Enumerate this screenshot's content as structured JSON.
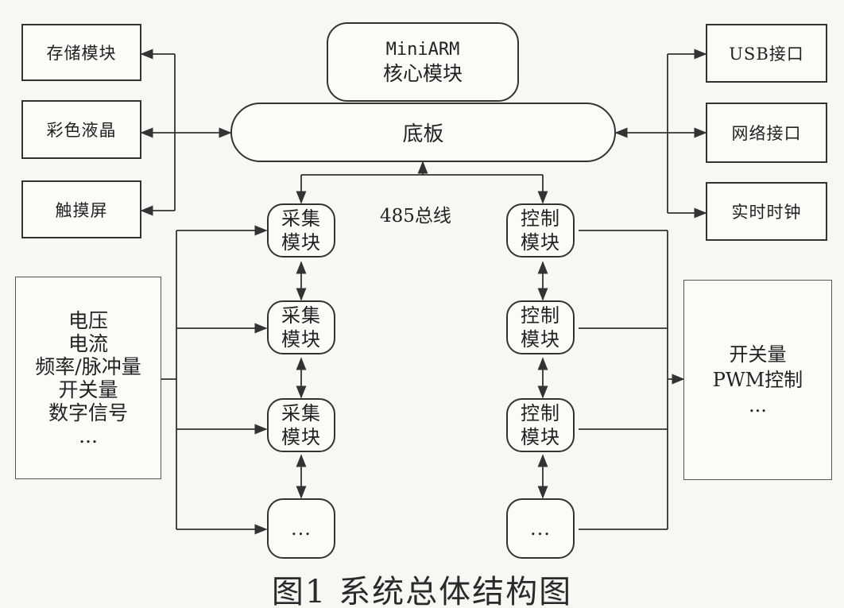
{
  "diagram": {
    "core_module": {
      "line1": "MiniARM",
      "line2": "核心模块"
    },
    "baseboard": "底板",
    "bus_label": "485总线",
    "left_peripherals": [
      "存储模块",
      "彩色液晶",
      "触摸屏"
    ],
    "right_peripherals": [
      "USB接口",
      "网络接口",
      "实时时钟"
    ],
    "acquisition_modules": [
      {
        "line1": "采集",
        "line2": "模块"
      },
      {
        "line1": "采集",
        "line2": "模块"
      },
      {
        "line1": "采集",
        "line2": "模块"
      },
      {
        "line1": "...",
        "line2": ""
      }
    ],
    "control_modules": [
      {
        "line1": "控制",
        "line2": "模块"
      },
      {
        "line1": "控制",
        "line2": "模块"
      },
      {
        "line1": "控制",
        "line2": "模块"
      },
      {
        "line1": "...",
        "line2": ""
      }
    ],
    "inputs": [
      "电压",
      "电流",
      "频率/脉冲量",
      "开关量",
      "数字信号",
      "..."
    ],
    "outputs": [
      "开关量",
      "PWM控制",
      "..."
    ]
  },
  "caption": "图1  系统总体结构图",
  "colors": {
    "line": "#333333",
    "background": "#f7f7f3"
  }
}
